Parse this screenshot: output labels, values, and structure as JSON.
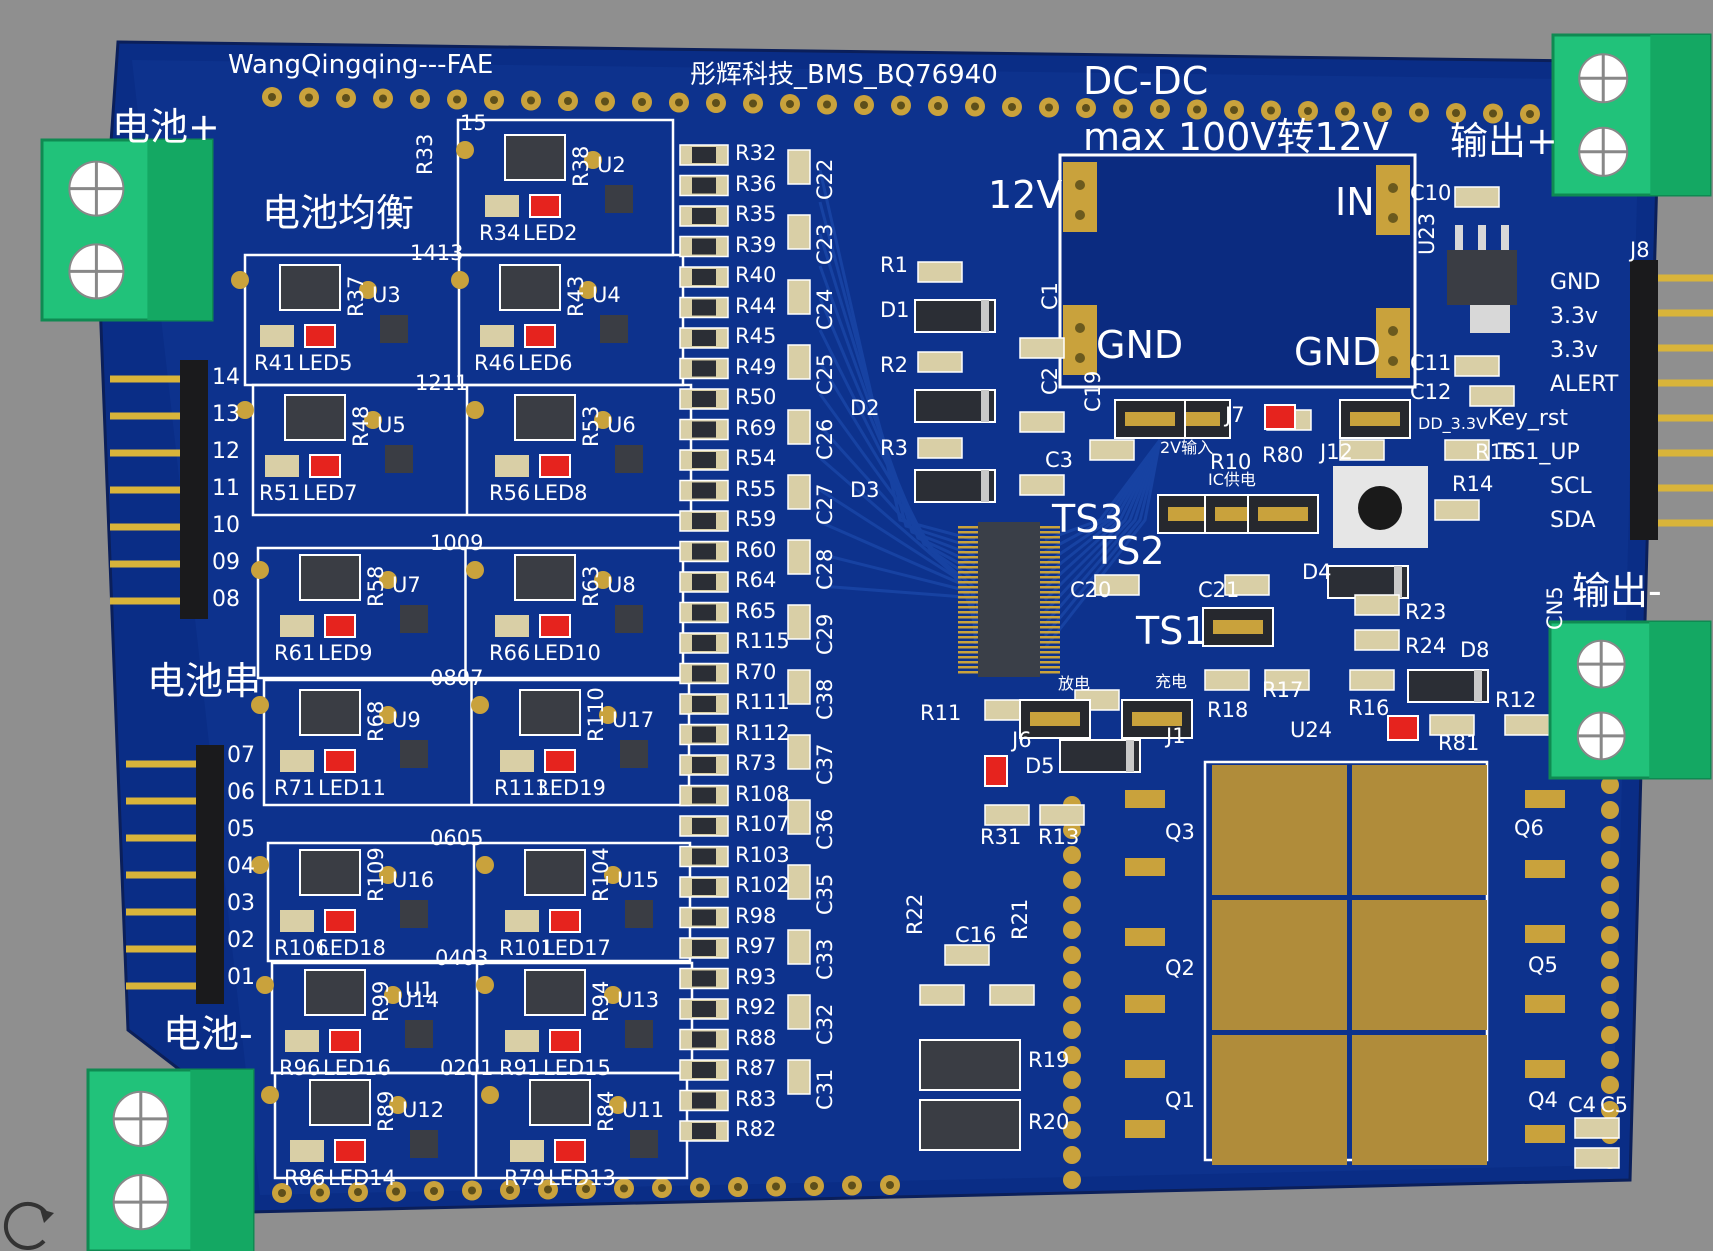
{
  "viewer": {
    "rotate_icon": "rotate-icon"
  },
  "board": {
    "silkscreen": {
      "author": "WangQingqing---FAE",
      "title": "彤辉科技_BMS_BQ76940",
      "dcdc": "DC-DC",
      "dcdc_desc": "max 100V转12V",
      "v12": "12V",
      "in": "IN",
      "gnd_left": "GND",
      "gnd_right": "GND",
      "battery_plus": "电池+",
      "battery_minus": "电池-",
      "battery_balance": "电池均衡",
      "battery_series": "电池串",
      "output_plus": "输出+",
      "output_minus": "输出-",
      "ts1": "TS1",
      "ts2": "TS2",
      "ts3": "TS3",
      "discharge": "放电",
      "charge": "充电",
      "input_12v": "2V输入",
      "ic_supply": "IC供电",
      "vdd": "DD_3.3V"
    },
    "j8_pins": [
      "GND",
      "3.3v",
      "3.3v",
      "ALERT",
      "Key_rst",
      "TS1_UP",
      "SCL",
      "SDA"
    ],
    "cell_header_top": [
      "14",
      "13",
      "12",
      "11",
      "10",
      "09",
      "08"
    ],
    "cell_header_bottom": [
      "07",
      "06",
      "05",
      "04",
      "03",
      "02",
      "01"
    ],
    "balance_cells": [
      {
        "pair": "15",
        "r_big": "R33",
        "r_small": "R34",
        "r_b": "R38",
        "led": "LED2",
        "u": "U2"
      },
      {
        "pair": "1413",
        "r_small": "R41",
        "r_b": "R37",
        "led": "LED5",
        "u": "U3"
      },
      {
        "pair": "",
        "r_small": "R46",
        "r_b": "R43",
        "led": "LED6",
        "u": "U4"
      },
      {
        "pair": "1211",
        "r_small": "R51",
        "r_b": "R48",
        "led": "LED7",
        "u": "U5"
      },
      {
        "pair": "",
        "r_small": "R56",
        "r_b": "R53",
        "led": "LED8",
        "u": "U6"
      },
      {
        "pair": "1009",
        "r_small": "R61",
        "r_b": "R58",
        "led": "LED9",
        "u": "U7"
      },
      {
        "pair": "",
        "r_small": "R66",
        "r_b": "R63",
        "led": "LED10",
        "u": "U8"
      },
      {
        "pair": "0807",
        "r_small": "R71",
        "r_b": "R68",
        "led": "LED11",
        "u": "U9"
      },
      {
        "pair": "",
        "r_small": "R113",
        "r_b": "R110",
        "led": "LED19",
        "u": "U17"
      },
      {
        "pair": "0605",
        "r_small": "R106",
        "r_b": "R109",
        "led": "LED18",
        "u": "U16"
      },
      {
        "pair": "",
        "r_small": "R101",
        "r_b": "R104",
        "led": "LED17",
        "u": "U15"
      },
      {
        "pair": "0403",
        "r_small": "R96",
        "r_b": "R99",
        "led": "LED16",
        "u": "U14"
      },
      {
        "pair": "",
        "r_small": "R91",
        "r_b": "R94",
        "led": "LED15",
        "u": "U13"
      },
      {
        "pair": "0201",
        "r_small": "R86",
        "r_b": "R89",
        "led": "LED14",
        "u": "U12"
      },
      {
        "pair": "",
        "r_small": "R79",
        "r_b": "R84",
        "led": "LED13",
        "u": "U11"
      }
    ],
    "resistor_column": [
      "R32",
      "R36",
      "R35",
      "R39",
      "R40",
      "R44",
      "R45",
      "R49",
      "R50",
      "R69",
      "R54",
      "R55",
      "R59",
      "R60",
      "R64",
      "R65",
      "R115",
      "R70",
      "R111",
      "R112",
      "R73",
      "R108",
      "R107",
      "R103",
      "R102",
      "R98",
      "R97",
      "R93",
      "R92",
      "R88",
      "R87",
      "R83",
      "R82"
    ],
    "cap_column": [
      "C22",
      "C23",
      "C24",
      "C25",
      "C26",
      "C27",
      "C28",
      "C29",
      "C38",
      "C37",
      "C36",
      "C35",
      "C33",
      "C32",
      "C31"
    ],
    "misc_labels": [
      "R1",
      "D1",
      "R2",
      "D2",
      "R3",
      "D3",
      "C1",
      "C2",
      "C3",
      "C19",
      "C20",
      "C21",
      "R10",
      "J7",
      "R80",
      "J12",
      "R15",
      "R14",
      "D4",
      "R23",
      "R24",
      "D8",
      "CN5",
      "R12",
      "R16",
      "R81",
      "U24",
      "R17",
      "R18",
      "J1",
      "J6",
      "D5",
      "R11",
      "R31",
      "R13",
      "C16",
      "R22",
      "R21",
      "R19",
      "R20",
      "Q1",
      "Q2",
      "Q3",
      "Q4",
      "Q5",
      "Q6",
      "C4",
      "C5",
      "C10",
      "C11",
      "C12",
      "U23",
      "J8",
      "U1"
    ]
  }
}
